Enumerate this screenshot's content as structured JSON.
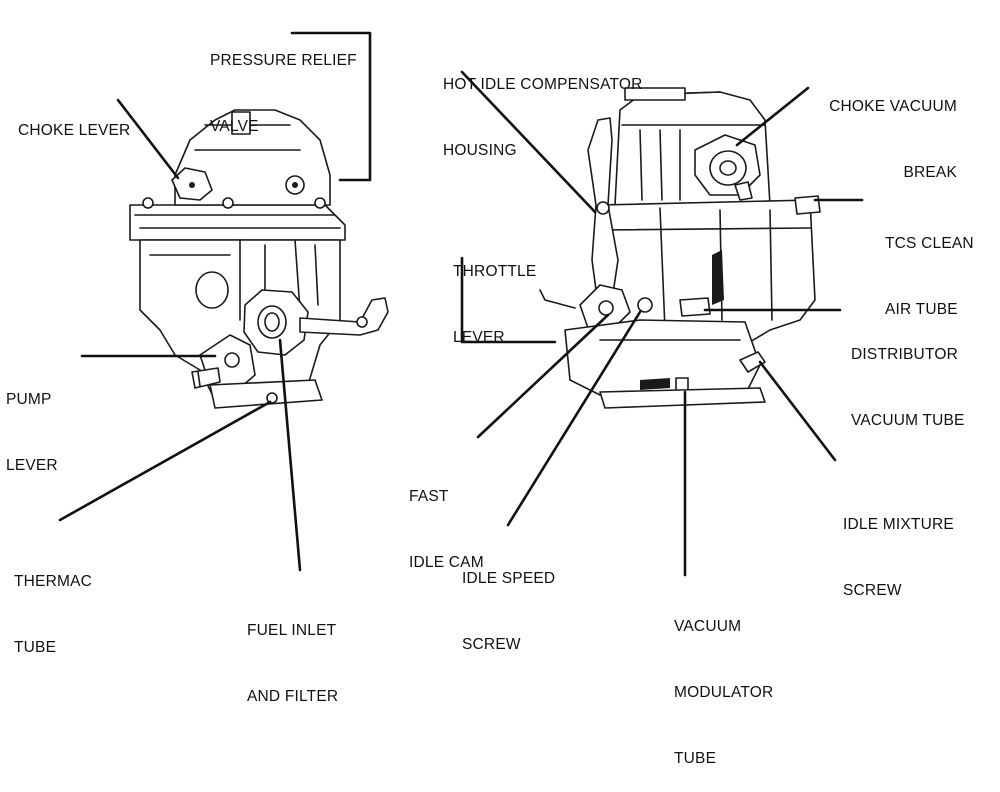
{
  "labels": {
    "pressure_relief_valve": [
      "PRESSURE RELIEF",
      "VALVE"
    ],
    "choke_lever": [
      "CHOKE LEVER"
    ],
    "pump_lever": [
      "PUMP",
      "LEVER"
    ],
    "thermac_tube": [
      "THERMAC",
      "TUBE"
    ],
    "fuel_inlet_filter": [
      "FUEL INLET",
      "AND FILTER"
    ],
    "hot_idle_compensator_housing": [
      "HOT IDLE COMPENSATOR",
      "HOUSING"
    ],
    "choke_vacuum_break": [
      "CHOKE VACUUM",
      "BREAK"
    ],
    "tcs_clean_air_tube": [
      "TCS CLEAN",
      "AIR TUBE"
    ],
    "throttle_lever": [
      "THROTTLE",
      "LEVER"
    ],
    "distributor_vacuum_tube": [
      "DISTRIBUTOR",
      "VACUUM TUBE"
    ],
    "fast_idle_cam": [
      "FAST",
      "IDLE CAM"
    ],
    "idle_mixture_screw": [
      "IDLE MIXTURE",
      "SCREW"
    ],
    "idle_speed_screw": [
      "IDLE SPEED",
      "SCREW"
    ],
    "vacuum_modulator_tube": [
      "VACUUM",
      "MODULATOR",
      "TUBE"
    ]
  }
}
